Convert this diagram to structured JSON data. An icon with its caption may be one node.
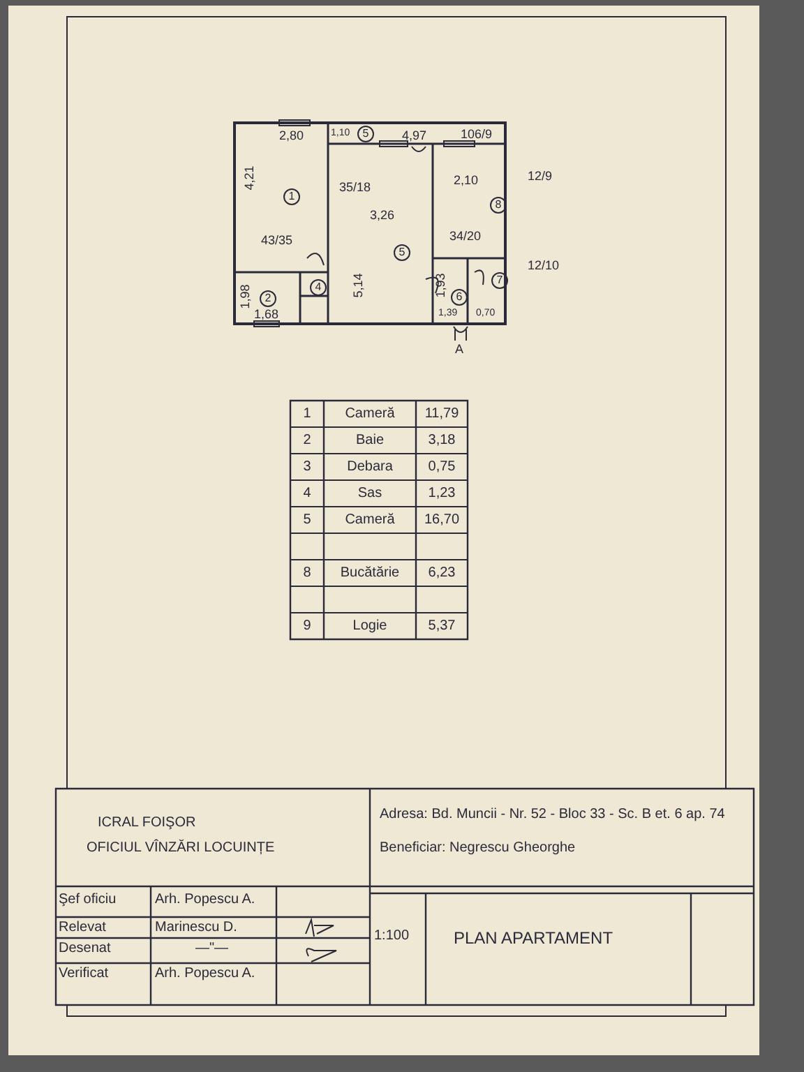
{
  "diagram": {
    "labels": [
      "2,80",
      "1,10",
      "5",
      "4,97",
      "106/9",
      "4,21",
      "1",
      "12/9",
      "35/18",
      "2,10",
      "8",
      "3,26",
      "43/35",
      "34/20",
      "5",
      "5,14",
      "12/10",
      "1,98",
      "2",
      "4",
      "7",
      "1,93",
      "6",
      "1,68",
      "1,39",
      "0,70",
      "A",
      "1",
      "Cameră",
      "11,79",
      "2",
      "Baie",
      "3,18",
      "3",
      "Debara",
      "0,75",
      "4",
      "Sas",
      "1,23",
      "5",
      "Cameră",
      "16,70",
      "8",
      "Bucătărie",
      "6,23",
      "9",
      "Logie",
      "5,37",
      "ICRAL FOIŞOR",
      "OFICIUL VÎNZĂRI LOCUINȚE",
      "Adresa: Bd. Muncii - Nr. 52 - Bloc 33 - Sc. B et. 6 ap. 74",
      "Beneficiar: Negrescu Gheorghe",
      "Şef oficiu",
      "Arh. Popescu A.",
      "Relevat",
      "Marinescu D.",
      "Desenat",
      "—\"—",
      "Verificat",
      "Arh. Popescu A.",
      "1:100",
      "PLAN APARTAMENT"
    ]
  }
}
